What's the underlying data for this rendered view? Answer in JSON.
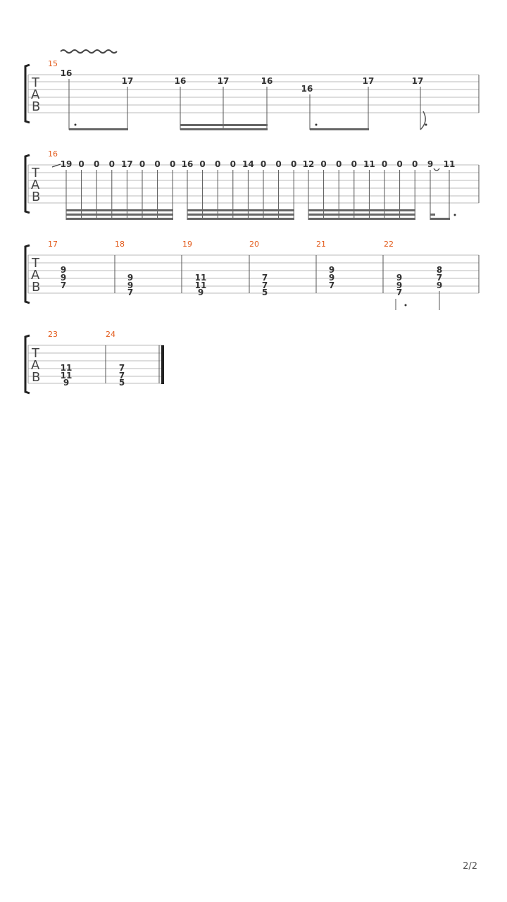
{
  "page_number": "2/2",
  "clef_letters": [
    "T",
    "A",
    "B"
  ],
  "systems": [
    {
      "id": "system-1",
      "measures": [
        {
          "number": "15",
          "notes": [
            {
              "fret": "16",
              "string": 0,
              "rhythm": "eighth-dotted"
            },
            {
              "fret": "17",
              "string": 1,
              "rhythm": "sixteenth"
            },
            {
              "fret": "16",
              "string": 1,
              "rhythm": "sixteenth"
            },
            {
              "fret": "17",
              "string": 1,
              "rhythm": "sixteenth"
            },
            {
              "fret": "16",
              "string": 1,
              "rhythm": "sixteenth"
            },
            {
              "fret": "16",
              "string": 2,
              "rhythm": "eighth-dotted"
            },
            {
              "fret": "17",
              "string": 1,
              "rhythm": "sixteenth"
            },
            {
              "fret": "17",
              "string": 1,
              "rhythm": "quarter-dotted-bend"
            }
          ]
        }
      ]
    },
    {
      "id": "system-2",
      "measures": [
        {
          "number": "16",
          "notes": [
            "19",
            "0",
            "0",
            "0",
            "17",
            "0",
            "0",
            "0",
            "16",
            "0",
            "0",
            "0",
            "14",
            "0",
            "0",
            "0",
            "12",
            "0",
            "0",
            "0",
            "11",
            "0",
            "0",
            "0",
            "9",
            "11"
          ]
        }
      ]
    },
    {
      "id": "system-3",
      "measures": [
        {
          "number": "17",
          "chord": [
            "9",
            "9",
            "7"
          ]
        },
        {
          "number": "18",
          "chord": [
            "9",
            "9",
            "7"
          ]
        },
        {
          "number": "19",
          "chord": [
            "11",
            "11",
            "9"
          ]
        },
        {
          "number": "20",
          "chord": [
            "7",
            "7",
            "5"
          ]
        },
        {
          "number": "21",
          "chord": [
            "9",
            "9",
            "7"
          ]
        },
        {
          "number": "22",
          "chord_a": [
            "9",
            "9",
            "7"
          ],
          "chord_b": [
            "8",
            "7",
            "9"
          ]
        }
      ]
    },
    {
      "id": "system-4",
      "measures": [
        {
          "number": "23",
          "chord": [
            "11",
            "11",
            "9"
          ]
        },
        {
          "number": "24",
          "chord": [
            "7",
            "7",
            "5"
          ]
        }
      ]
    }
  ]
}
